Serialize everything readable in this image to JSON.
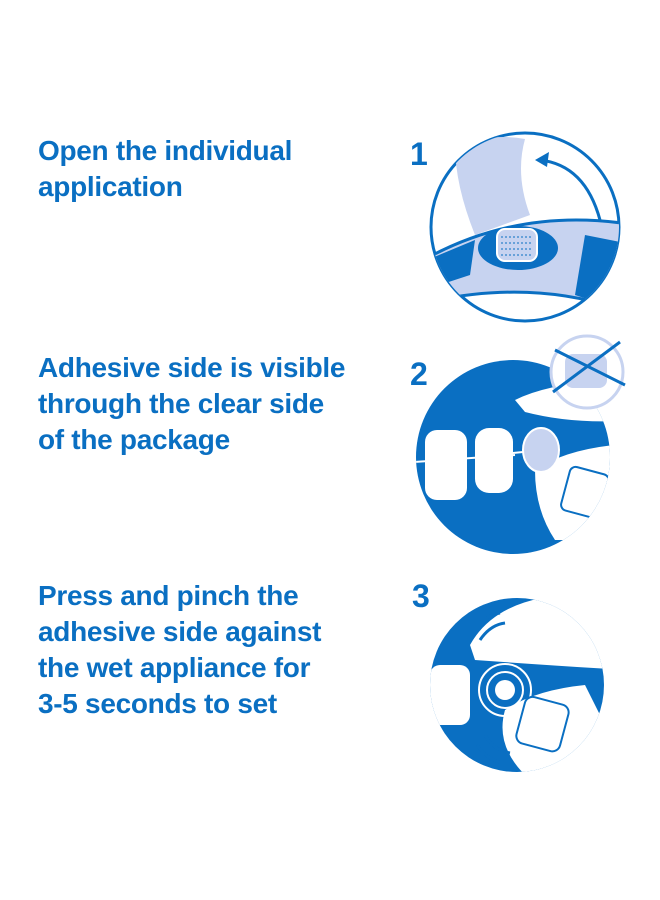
{
  "colors": {
    "primary": "#0a6fc2",
    "light": "#c7d3f0",
    "background": "#ffffff"
  },
  "steps": [
    {
      "number": "1",
      "lines": [
        "Open the individual",
        "application"
      ],
      "illustration": "peel-package-icon"
    },
    {
      "number": "2",
      "lines": [
        "Adhesive side is visible",
        "through the clear side",
        "of the package"
      ],
      "illustration": "apply-to-braces-icon"
    },
    {
      "number": "3",
      "lines": [
        "Press and pinch the",
        "adhesive side against",
        "the wet appliance for",
        "3-5 seconds to set"
      ],
      "illustration": "pinch-set-icon"
    }
  ]
}
